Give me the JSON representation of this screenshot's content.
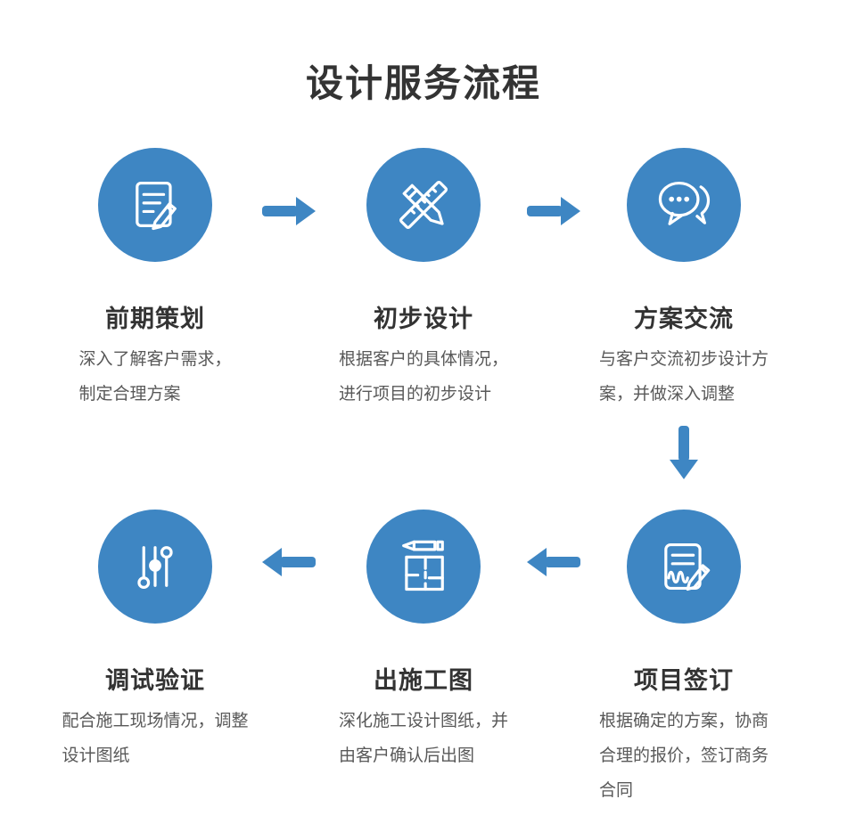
{
  "page": {
    "title": "设计服务流程"
  },
  "colors": {
    "accent_blue": "#3E86C3",
    "heading_text": "#333333",
    "body_text": "#595959",
    "background": "#FFFFFF",
    "icon_stroke": "#FFFFFF"
  },
  "steps": [
    {
      "order": "1",
      "title": "前期策划",
      "description": "深入了解客户需求，\n制定合理方案",
      "icon": "note-edit-icon"
    },
    {
      "order": "2",
      "title": "初步设计",
      "description": "根据客户的具体情况，\n进行项目的初步设计",
      "icon": "ruler-pencil-icon"
    },
    {
      "order": "3",
      "title": "方案交流",
      "description": "与客户交流初步设计方\n案，并做深入调整",
      "icon": "chat-bubbles-icon"
    },
    {
      "order": "4",
      "title": "项目签订",
      "description": "根据确定的方案，协商\n合理的报价，签订商务\n合同",
      "icon": "contract-sign-icon"
    },
    {
      "order": "5",
      "title": "出施工图",
      "description": "深化施工设计图纸，并\n由客户确认后出图",
      "icon": "floorplan-pencil-icon"
    },
    {
      "order": "6",
      "title": "调试验证",
      "description": "配合施工现场情况，调整\n设计图纸",
      "icon": "tune-sliders-icon"
    }
  ],
  "flow_arrows": [
    {
      "from": "前期策划",
      "to": "初步设计",
      "direction": "right"
    },
    {
      "from": "初步设计",
      "to": "方案交流",
      "direction": "right"
    },
    {
      "from": "方案交流",
      "to": "项目签订",
      "direction": "down"
    },
    {
      "from": "项目签订",
      "to": "出施工图",
      "direction": "left"
    },
    {
      "from": "出施工图",
      "to": "调试验证",
      "direction": "left"
    }
  ]
}
